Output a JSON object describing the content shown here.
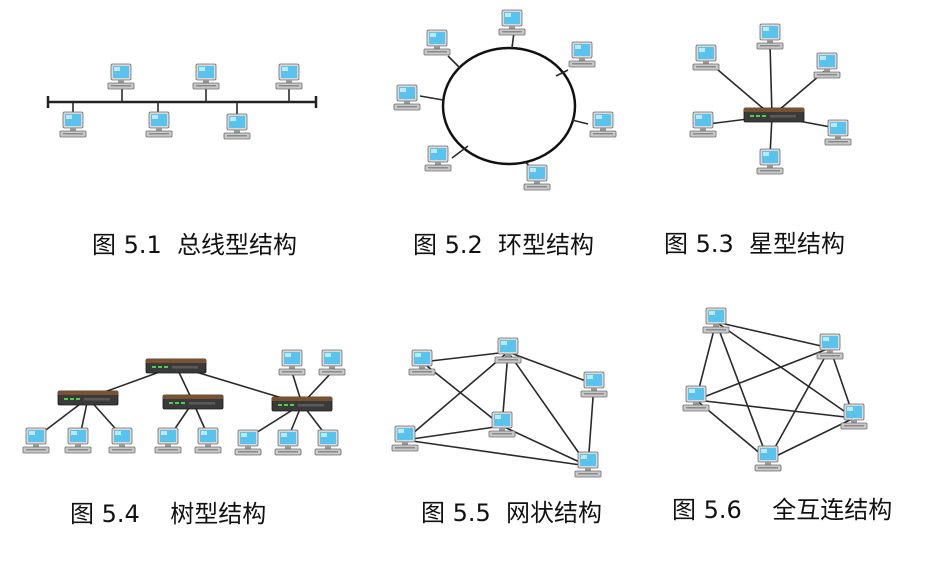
{
  "captions": {
    "bus": "图 5.1  总线型结构",
    "ring": "图 5.2  环型结构",
    "star": "图 5.3  星型结构",
    "tree": "图 5.4    树型结构",
    "mesh": "图 5.5  网状结构",
    "full": "图 5.6    全互连结构"
  },
  "colors": {
    "screen": "#59c3ee",
    "monitor_frame": "#d9d9d9",
    "line": "#2a2a2a",
    "hub_body": "#3a3a3a",
    "hub_top": "#7a5230",
    "hub_led": "#4cd14c"
  },
  "icons": {
    "computer": "computer-icon",
    "hub": "network-hub-icon"
  }
}
